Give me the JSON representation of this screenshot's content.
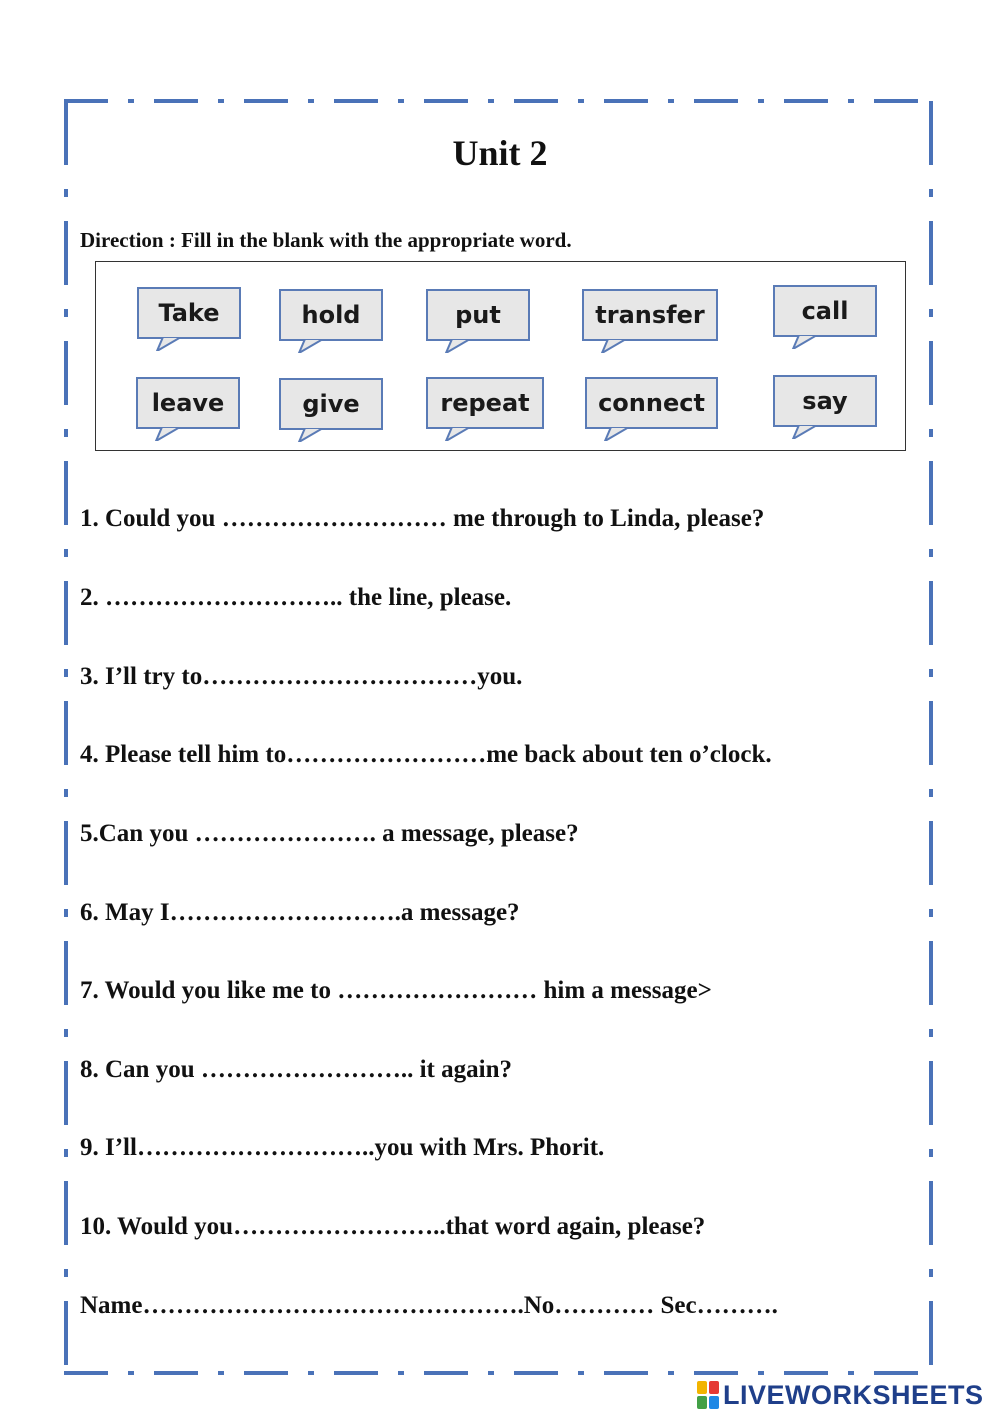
{
  "title": "Unit 2",
  "direction": "Direction : Fill in the blank with the appropriate word.",
  "word_bank": [
    "Take",
    "hold",
    "put",
    "transfer",
    "call",
    "leave",
    "give",
    "repeat",
    "connect",
    "say"
  ],
  "questions": [
    "1. Could you ……………………… me through to Linda, please?",
    "2. ……………………….. the line, please.",
    "3. I’ll try to……………………………you.",
    "4. Please tell him to……………………me back about ten o’clock.",
    "5.Can you …………………. a message, please?",
    "6. May I……………………….a message?",
    "7. Would you like me to …………………… him a message>",
    "8. Can you …………………….. it again?",
    "9. I’ll………………………..you with Mrs. Phorit.",
    "10. Would you……………………..that word again, please?",
    "Name……………………………………….No………… Sec………."
  ],
  "footer": {
    "logo_text": "LIVEWORKSHEETS"
  },
  "colors": {
    "frame": "#4a72b8",
    "bubble_fill": "#e7e7e7",
    "bubble_border": "#5a7bb6",
    "logo": "#1f3f8a"
  }
}
